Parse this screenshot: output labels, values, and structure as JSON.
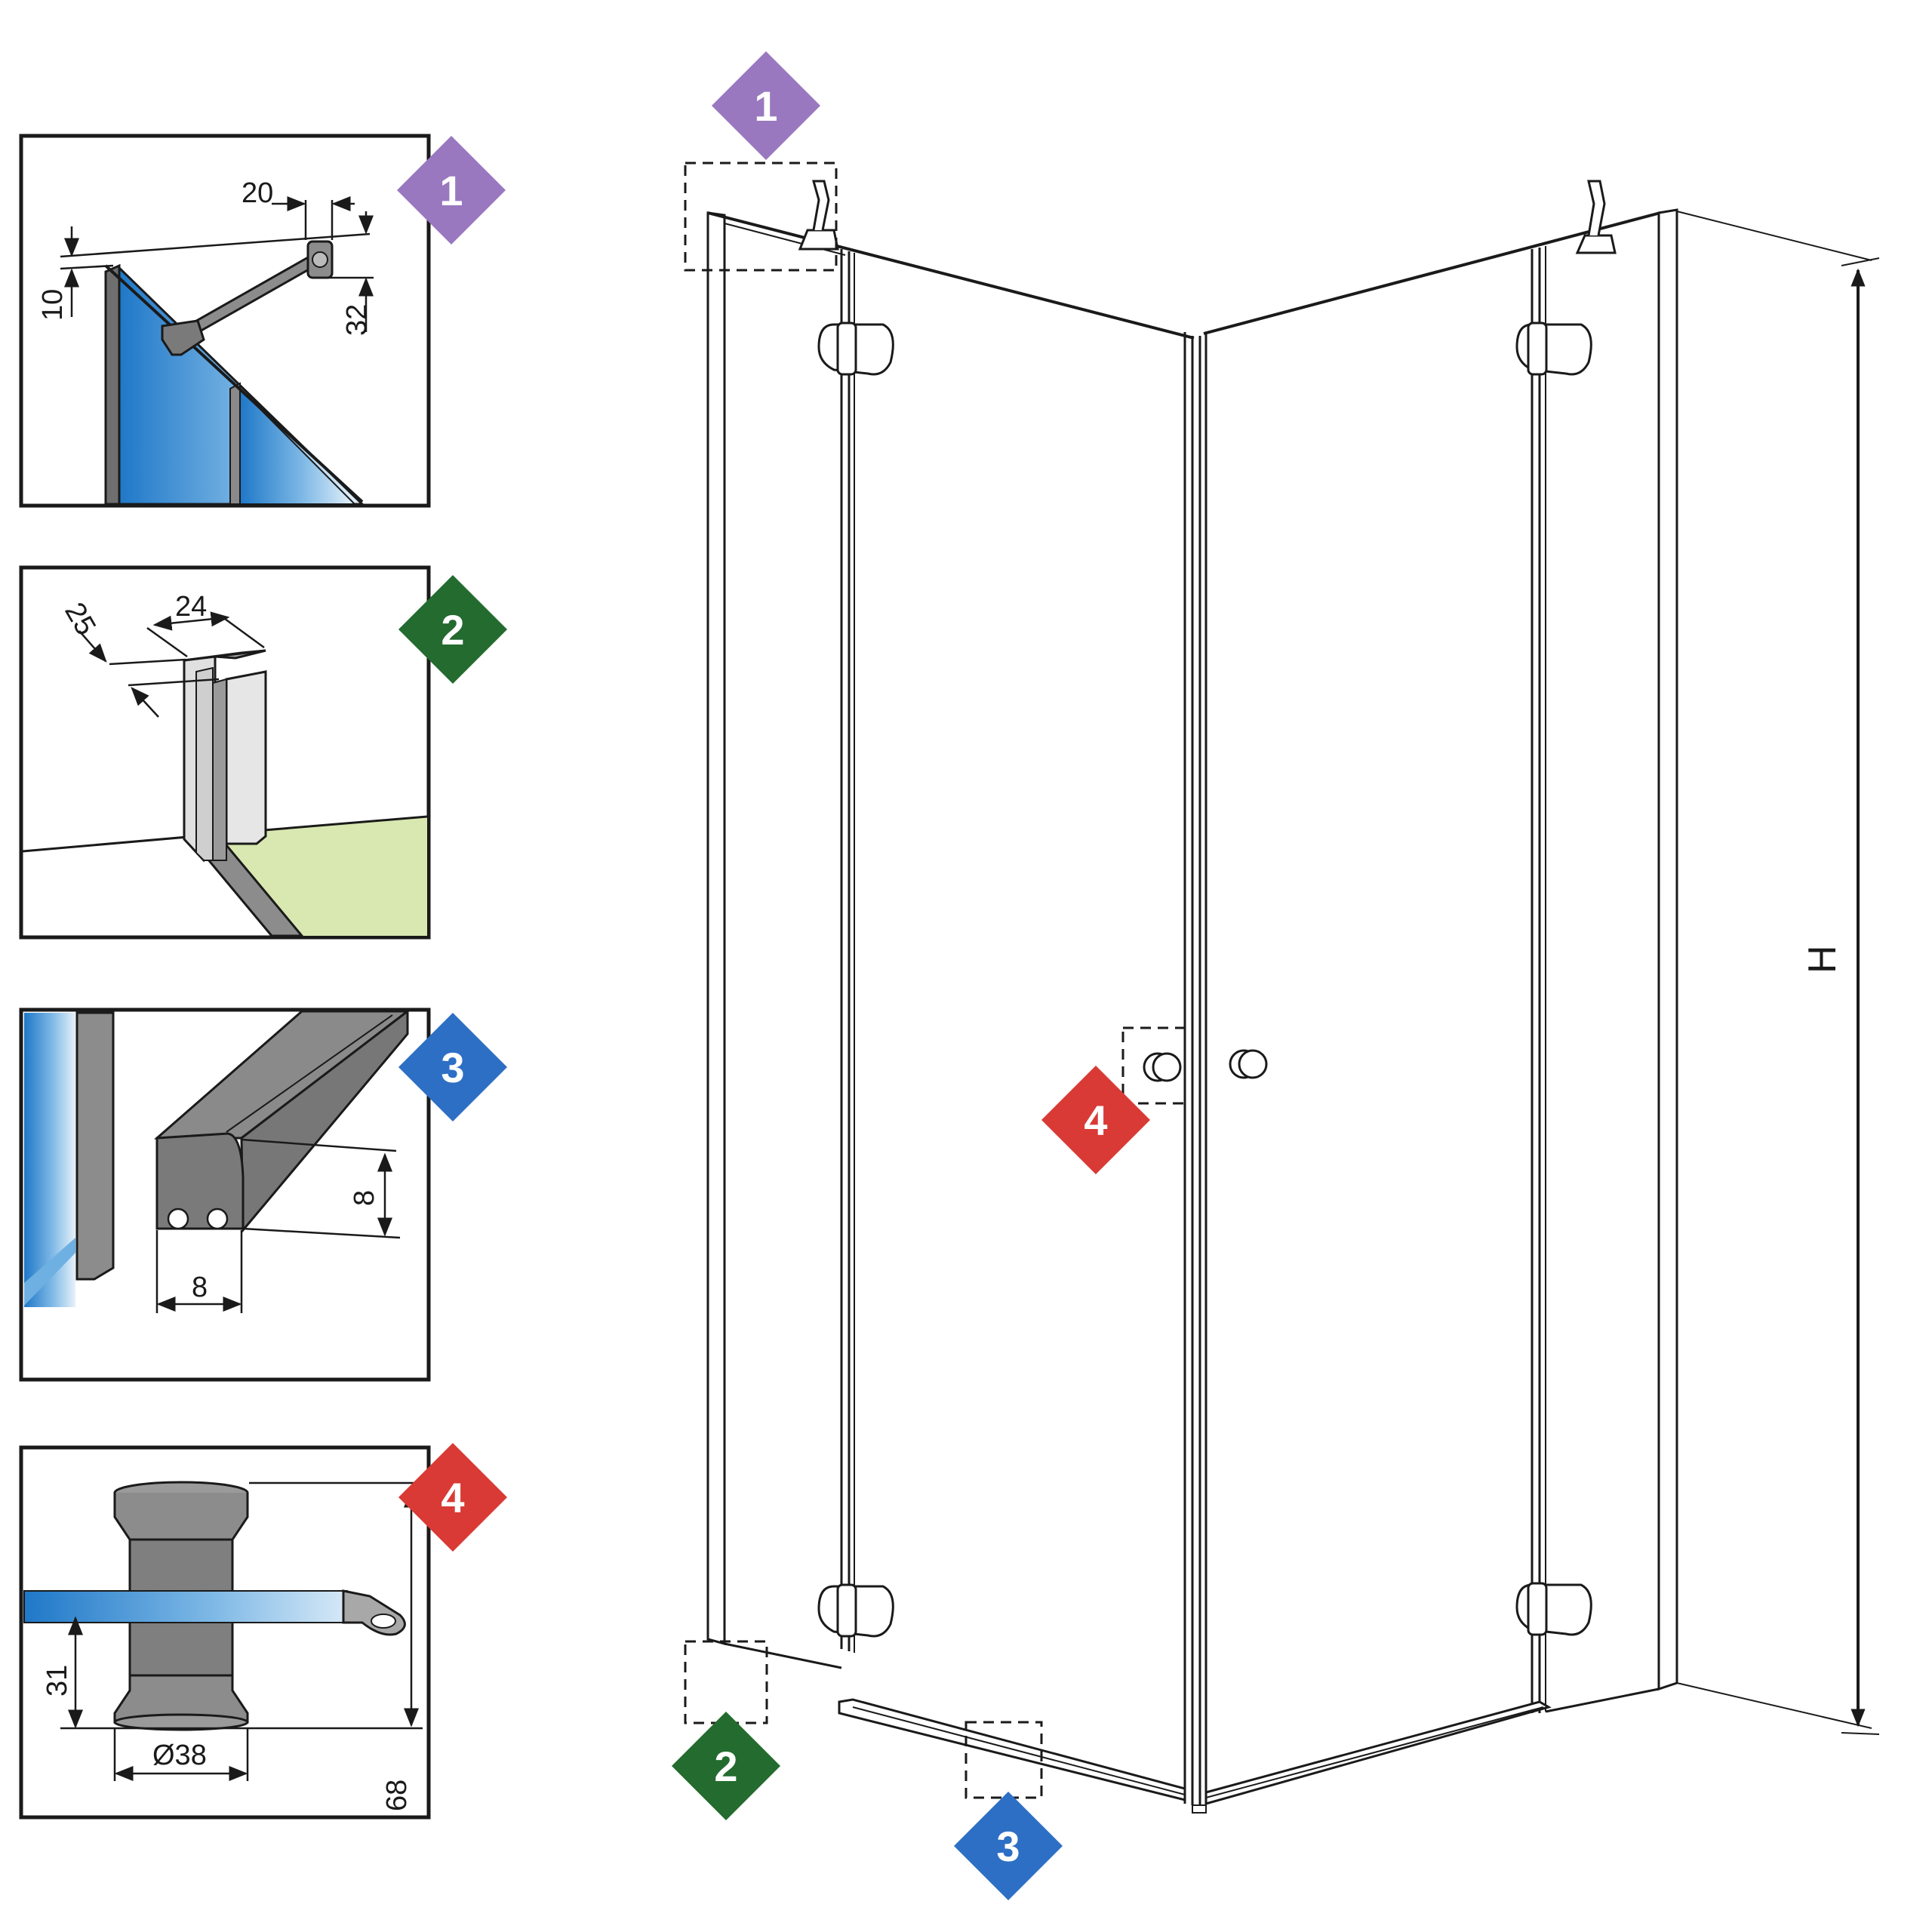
{
  "colors": {
    "badge_1": "#9a78c0",
    "badge_2": "#236b2f",
    "badge_3": "#2d6fc4",
    "badge_4": "#d93a35",
    "glass_blue": "#2d86d0",
    "floor_green": "#d8e8b0",
    "metal_gray": "#8c8c8c"
  },
  "badges": {
    "b1": "1",
    "b2": "2",
    "b3": "3",
    "b4": "4"
  },
  "details": {
    "d1": {
      "dim_a": "20",
      "dim_b": "10",
      "dim_c": "32"
    },
    "d2": {
      "dim_a": "24",
      "dim_b": "25"
    },
    "d3": {
      "dim_a": "8",
      "dim_b": "8"
    },
    "d4": {
      "dim_a": "31",
      "dim_b": "Ø38",
      "dim_c": "68"
    }
  },
  "main": {
    "height_label": "H"
  },
  "icons": [
    "stabilizer-bar-icon",
    "wall-profile-icon",
    "floor-seal-icon",
    "knob-handle-icon",
    "hinge-icon"
  ]
}
